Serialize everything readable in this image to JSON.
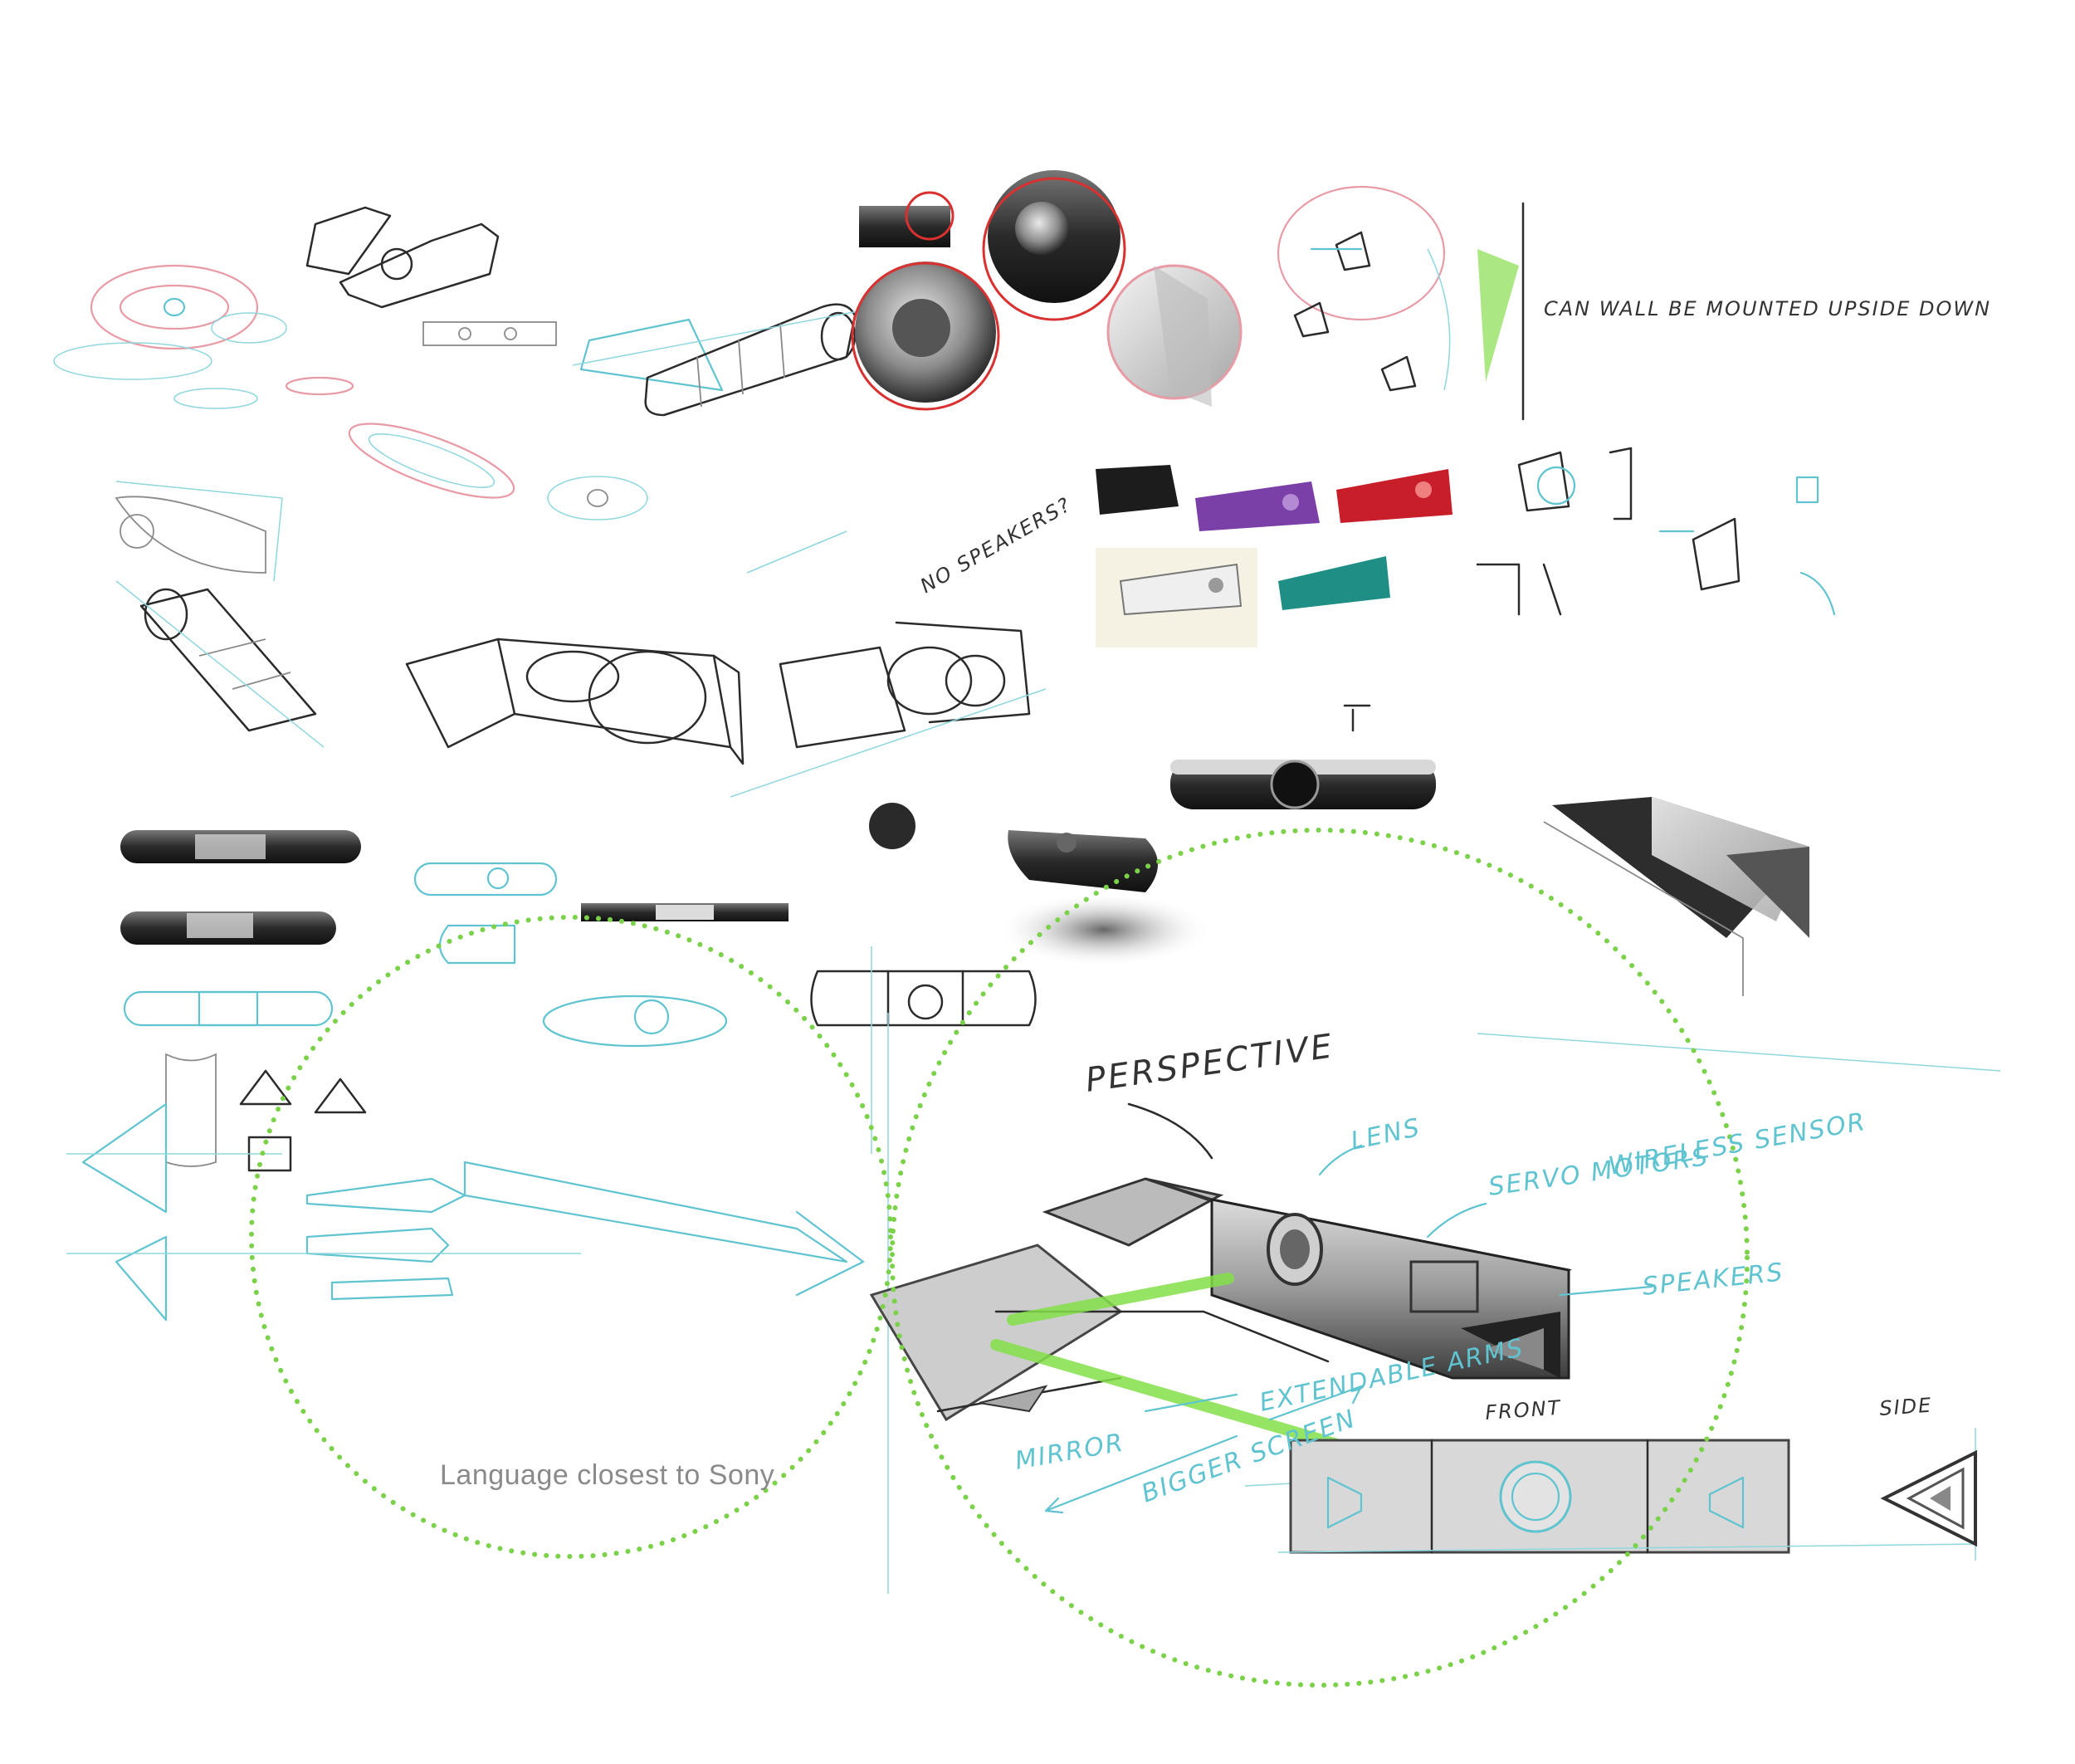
{
  "labels": {
    "caption": "Language closest to Sony",
    "perspective": "PERSPECTIVE",
    "lens": "LENS",
    "servo_motors": "SERVO MOTORS",
    "wireless_sensor": "WIRELESS SENSOR",
    "speakers": "SPEAKERS",
    "extendable_arms": "EXTENDABLE ARMS",
    "mirror": "MIRROR",
    "bigger_screen": "BIGGER SCREEN",
    "front": "FRONT",
    "side": "SIDE",
    "no_speakers": "NO SPEAKERS?",
    "can_wall": "CAN WALL BE MOUNTED UPSIDE DOWN"
  },
  "colors": {
    "sketch_cyan": "#5fc4d0",
    "ink": "#2b2b2b",
    "accent_green": "#7cd14a",
    "red_circle": "#d93030",
    "variant_black": "#1c1c1c",
    "variant_purple": "#7b3fa8",
    "variant_red": "#c81e2a",
    "variant_white": "#efefef",
    "variant_teal": "#1f8f86"
  },
  "color_variants": [
    "black",
    "purple",
    "red",
    "white",
    "teal"
  ]
}
